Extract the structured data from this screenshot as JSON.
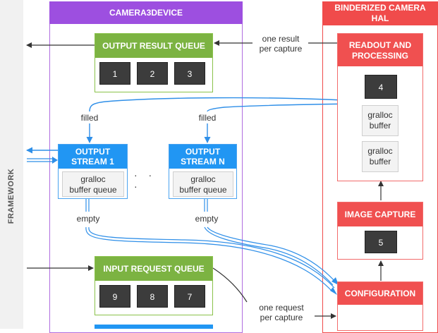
{
  "framework": {
    "label": "FRAMEWORK"
  },
  "camera3device": {
    "title": "CAMERA3DEVICE",
    "output_result_queue": {
      "title": "OUTPUT RESULT QUEUE",
      "items": [
        "1",
        "2",
        "3"
      ]
    },
    "output_stream_1": {
      "title_line1": "OUTPUT",
      "title_line2": "STREAM 1",
      "body_line1": "gralloc",
      "body_line2": "buffer queue"
    },
    "output_stream_n": {
      "title_line1": "OUTPUT",
      "title_line2": "STREAM N",
      "body_line1": "gralloc",
      "body_line2": "buffer queue"
    },
    "ellipsis": "· · ·",
    "input_request_queue": {
      "title": "INPUT REQUEST QUEUE",
      "items": [
        "9",
        "8",
        "7"
      ]
    }
  },
  "hal": {
    "title_line1": "BINDERIZED CAMERA",
    "title_line2": "HAL",
    "readout": {
      "title_line1": "READOUT AND",
      "title_line2": "PROCESSING",
      "item": "4",
      "gralloc_1_line1": "gralloc",
      "gralloc_1_line2": "buffer",
      "gralloc_2_line1": "gralloc",
      "gralloc_2_line2": "buffer"
    },
    "image_capture": {
      "title": "IMAGE CAPTURE",
      "item": "5"
    },
    "configuration": {
      "title": "CONFIGURATION"
    }
  },
  "labels": {
    "one_result_line1": "one result",
    "one_result_line2": "per capture",
    "filled_1": "filled",
    "filled_n": "filled",
    "empty_1": "empty",
    "empty_n": "empty",
    "one_request_line1": "one request",
    "one_request_line2": "per capture"
  }
}
